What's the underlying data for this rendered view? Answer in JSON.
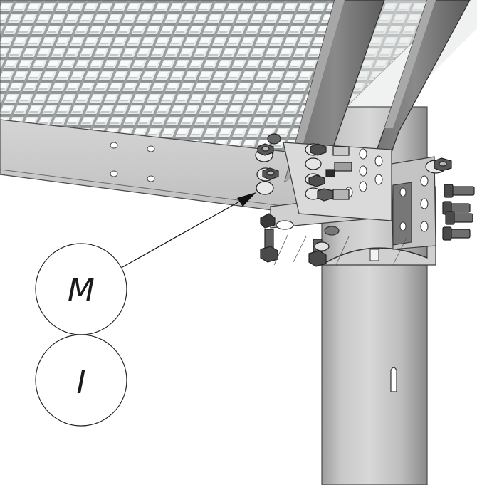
{
  "drawing": {
    "callouts": [
      {
        "id": "callout-upper",
        "label": "M"
      },
      {
        "id": "callout-lower",
        "label": "I"
      }
    ]
  }
}
